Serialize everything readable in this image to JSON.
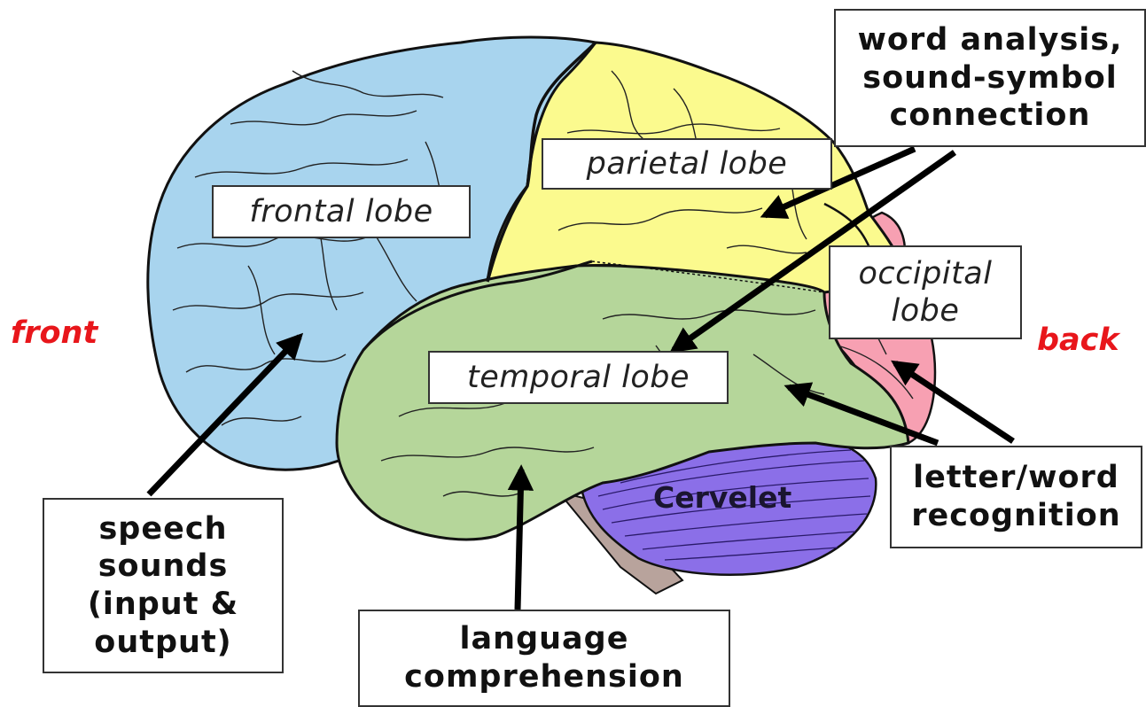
{
  "lobes": {
    "frontal": "frontal lobe",
    "parietal": "parietal lobe",
    "occipital": "occipital\nlobe",
    "temporal": "temporal lobe"
  },
  "cerebellum_label": "Cervelet",
  "directions": {
    "front": "front",
    "back": "back"
  },
  "functions": {
    "speech_sounds": "speech\nsounds\n(input &\noutput)",
    "language_comprehension": "language\ncomprehension",
    "word_analysis": "word analysis,\nsound-symbol\nconnection",
    "letter_word_recognition": "letter/word\nrecognition"
  },
  "colors": {
    "frontal": "#a8d4ee",
    "parietal": "#fbfa8e",
    "temporal": "#b5d69a",
    "occipital": "#f7a0b2",
    "cerebellum": "#8b6fe8",
    "brainstem": "#b8a39c",
    "direction": "#e8161b",
    "outline": "#111111"
  }
}
